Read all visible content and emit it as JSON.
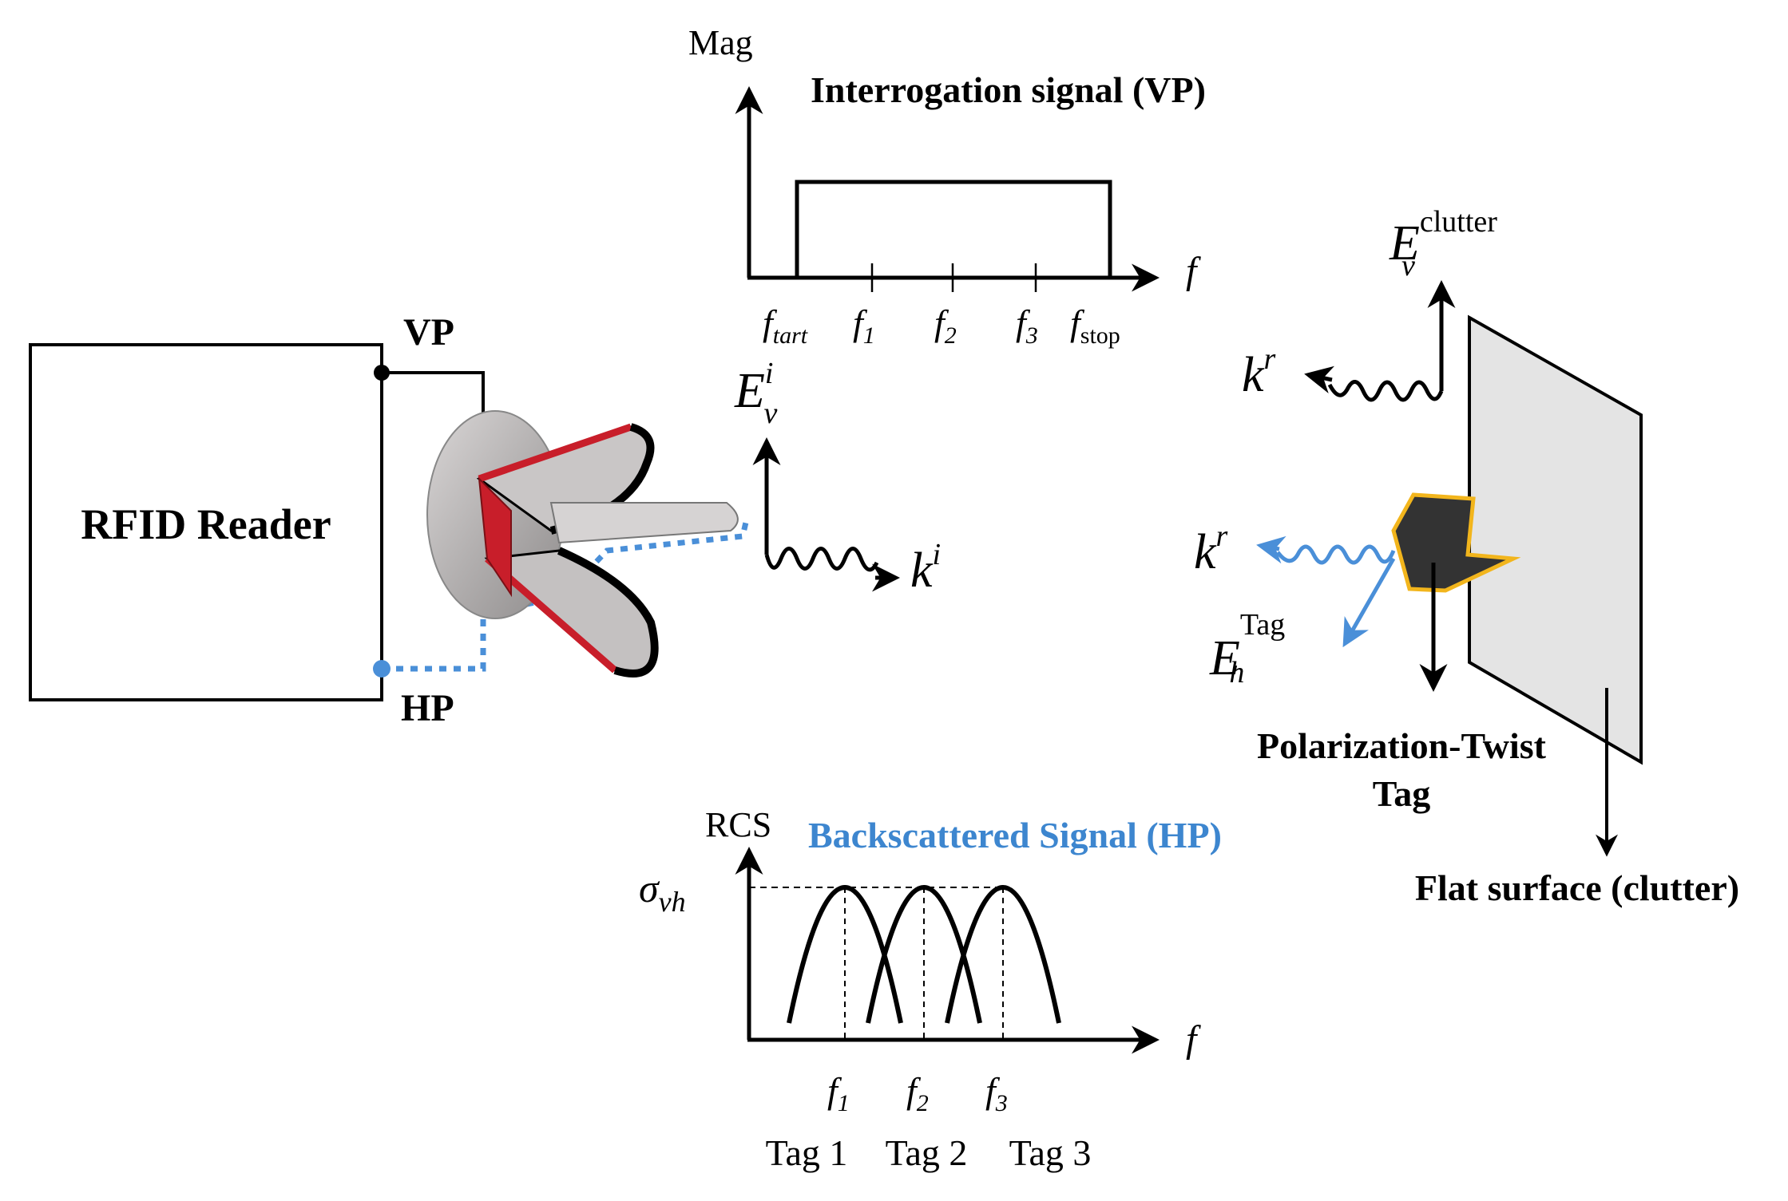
{
  "reader": {
    "label": "RFID Reader",
    "vp_port": "VP",
    "hp_port": "HP"
  },
  "interrogation": {
    "title": "Interrogation signal (VP)",
    "y_axis": "Mag",
    "x_axis": "f",
    "ticks": [
      {
        "base": "f",
        "sub": "tart"
      },
      {
        "base": "f",
        "sub": "1"
      },
      {
        "base": "f",
        "sub": "2"
      },
      {
        "base": "f",
        "sub": "3"
      },
      {
        "base": "f",
        "sub": "stop"
      }
    ]
  },
  "incident": {
    "field": {
      "base": "E",
      "sub": "v",
      "sup": "i"
    },
    "wave": {
      "base": "k",
      "sup": "i"
    }
  },
  "clutter_reflection": {
    "field": {
      "base": "E",
      "sub": "v",
      "sup": "clutter"
    },
    "wave": {
      "base": "k",
      "sup": "r"
    }
  },
  "tag_reflection": {
    "field": {
      "base": "E",
      "sub": "h",
      "sup": "Tag"
    },
    "wave": {
      "base": "k",
      "sup": "r"
    }
  },
  "tag": {
    "label_line1": "Polarization-Twist",
    "label_line2": "Tag"
  },
  "surface": {
    "label": "Flat surface (clutter)"
  },
  "backscatter": {
    "title": "Backscattered Signal (HP)",
    "y_axis": "RCS",
    "level": {
      "base": "σ",
      "sub": "vh"
    },
    "x_axis": "f",
    "tags": [
      {
        "freq_sub": "1",
        "name": "Tag 1"
      },
      {
        "freq_sub": "2",
        "name": "Tag 2"
      },
      {
        "freq_sub": "3",
        "name": "Tag 3"
      }
    ]
  },
  "colors": {
    "ink": "#000000",
    "hp_blue": "#4a8fd8",
    "title_blue": "#3d86cf",
    "horn_red": "#c81e2a",
    "horn_gray": "#b9b6b6",
    "tag_fill": "#333333",
    "tag_outline": "#f2b51c",
    "surface_fill": "#e4e4e4"
  }
}
